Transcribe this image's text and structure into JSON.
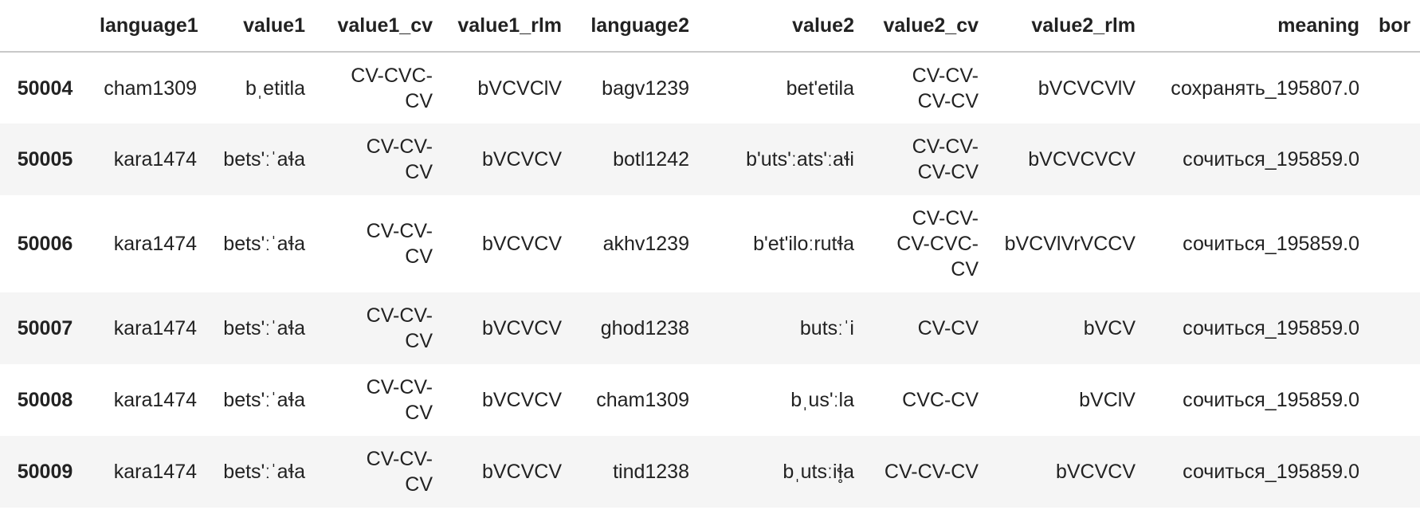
{
  "columns": [
    "",
    "language1",
    "value1",
    "value1_cv",
    "value1_rlm",
    "language2",
    "value2",
    "value2_cv",
    "value2_rlm",
    "meaning",
    "bor"
  ],
  "rows": [
    {
      "index": "50004",
      "language1": "cham1309",
      "value1": "bˌetitla",
      "value1_cv": [
        "CV-CVC-",
        "CV"
      ],
      "value1_rlm": "bVCVClV",
      "language2": "bagv1239",
      "value2": "bet'etila",
      "value2_cv": [
        "CV-CV-",
        "CV-CV"
      ],
      "value2_rlm": "bVCVCVlV",
      "meaning": "сохранять_195807.0",
      "bor": ""
    },
    {
      "index": "50005",
      "language1": "kara1474",
      "value1": "bets'ːˈaɬa",
      "value1_cv": [
        "CV-CV-",
        "CV"
      ],
      "value1_rlm": "bVCVCV",
      "language2": "botl1242",
      "value2": "b'uts'ːats'ːaɬi",
      "value2_cv": [
        "CV-CV-",
        "CV-CV"
      ],
      "value2_rlm": "bVCVCVCV",
      "meaning": "сочиться_195859.0",
      "bor": ""
    },
    {
      "index": "50006",
      "language1": "kara1474",
      "value1": "bets'ːˈaɬa",
      "value1_cv": [
        "CV-CV-",
        "CV"
      ],
      "value1_rlm": "bVCVCV",
      "language2": "akhv1239",
      "value2": "b'et'iloːrutɬa",
      "value2_cv": [
        "CV-CV-",
        "CV-CVC-",
        "CV"
      ],
      "value2_rlm": "bVCVlVrVCCV",
      "meaning": "сочиться_195859.0",
      "bor": ""
    },
    {
      "index": "50007",
      "language1": "kara1474",
      "value1": "bets'ːˈaɬa",
      "value1_cv": [
        "CV-CV-",
        "CV"
      ],
      "value1_rlm": "bVCVCV",
      "language2": "ghod1238",
      "value2": "butsːˈi",
      "value2_cv": [
        "CV-CV"
      ],
      "value2_rlm": "bVCV",
      "meaning": "сочиться_195859.0",
      "bor": ""
    },
    {
      "index": "50008",
      "language1": "kara1474",
      "value1": "bets'ːˈaɬa",
      "value1_cv": [
        "CV-CV-",
        "CV"
      ],
      "value1_rlm": "bVCVCV",
      "language2": "cham1309",
      "value2": "bˌus'ːla",
      "value2_cv": [
        "CVC-CV"
      ],
      "value2_rlm": "bVClV",
      "meaning": "сочиться_195859.0",
      "bor": ""
    },
    {
      "index": "50009",
      "language1": "kara1474",
      "value1": "bets'ːˈaɬa",
      "value1_cv": [
        "CV-CV-",
        "CV"
      ],
      "value1_rlm": "bVCVCV",
      "language2": "tind1238",
      "value2": "bˌutsːiɬ̥a",
      "value2_cv": [
        "CV-CV-CV"
      ],
      "value2_rlm": "bVCVCV",
      "meaning": "сочиться_195859.0",
      "bor": ""
    }
  ]
}
